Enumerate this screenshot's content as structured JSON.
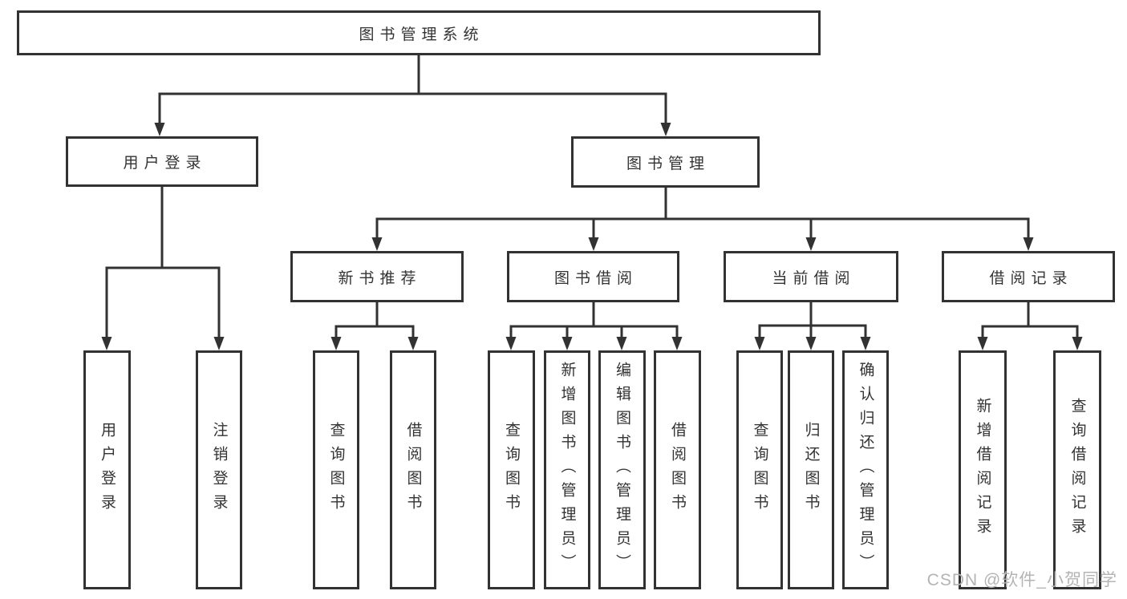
{
  "diagram": {
    "title": "图书管理系统",
    "level2": [
      {
        "label": "用户登录",
        "leaves": [
          "用户登录",
          "注销登录"
        ]
      },
      {
        "label": "图书管理"
      }
    ],
    "level3": [
      {
        "label": "新书推荐",
        "leaves": [
          "查询图书",
          "借阅图书"
        ]
      },
      {
        "label": "图书借阅",
        "leaves": [
          "查询图书",
          "新增图书（管理员）",
          "编辑图书（管理员）",
          "借阅图书"
        ]
      },
      {
        "label": "当前借阅",
        "leaves": [
          "查询图书",
          "归还图书",
          "确认归还（管理员）"
        ]
      },
      {
        "label": "借阅记录",
        "leaves": [
          "新增借阅记录",
          "查询借阅记录"
        ]
      }
    ]
  },
  "watermark": {
    "text": "CSDN @软件_小贺同学",
    "color": "#b4b4b4"
  },
  "colors": {
    "line": "#323232",
    "text": "#333333",
    "background": "#ffffff",
    "box_fill": "#ffffff"
  }
}
